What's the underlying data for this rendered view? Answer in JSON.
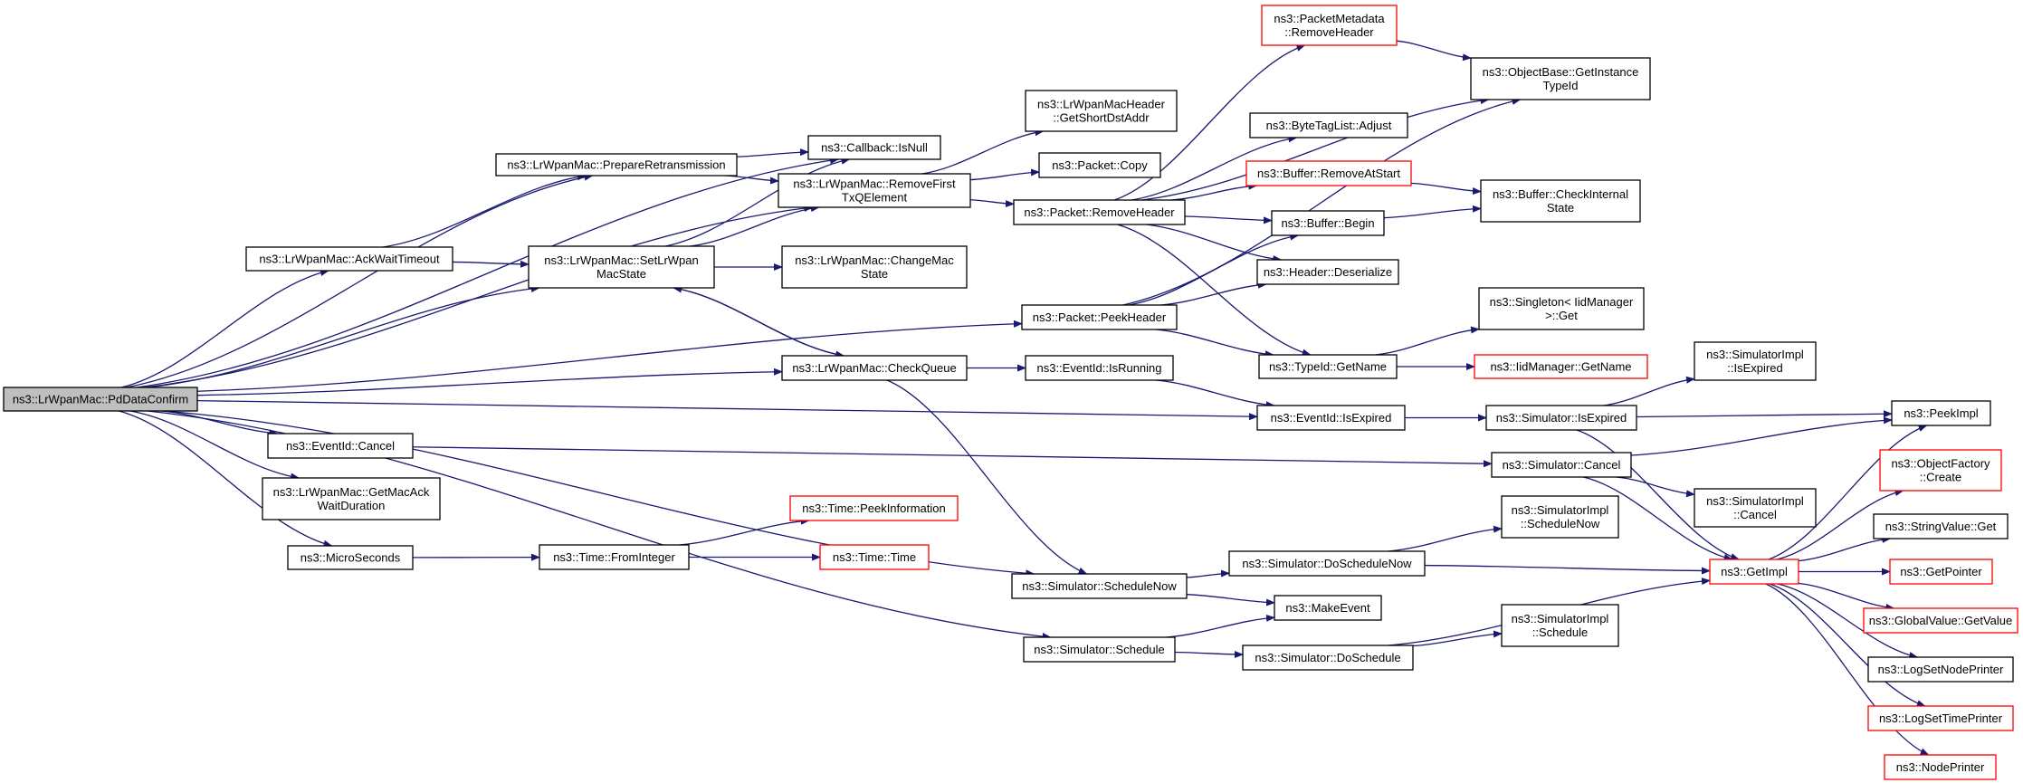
{
  "diagram": {
    "type": "call-graph",
    "colors": {
      "edge": "#191970",
      "border_default": "#000000",
      "border_red": "#ff0000",
      "root_fill": "#bfbfbf",
      "fill": "#ffffff"
    },
    "nodes": [
      {
        "id": "root",
        "lines": [
          "ns3::LrWpanMac::PdDataConfirm"
        ],
        "root": true
      },
      {
        "id": "prepRetrans",
        "lines": [
          "ns3::LrWpanMac::PrepareRetransmission"
        ]
      },
      {
        "id": "ackWait",
        "lines": [
          "ns3::LrWpanMac::AckWaitTimeout"
        ]
      },
      {
        "id": "cbIsNull",
        "lines": [
          "ns3::Callback::IsNull"
        ]
      },
      {
        "id": "removeFirst",
        "lines": [
          "ns3::LrWpanMac::RemoveFirst",
          "TxQElement"
        ]
      },
      {
        "id": "setState",
        "lines": [
          "ns3::LrWpanMac::SetLrWpan",
          "MacState"
        ]
      },
      {
        "id": "changeMac",
        "lines": [
          "ns3::LrWpanMac::ChangeMac",
          "State"
        ]
      },
      {
        "id": "checkQueue",
        "lines": [
          "ns3::LrWpanMac::CheckQueue"
        ]
      },
      {
        "id": "getShortDst",
        "lines": [
          "ns3::LrWpanMacHeader",
          "::GetShortDstAddr"
        ]
      },
      {
        "id": "pktCopy",
        "lines": [
          "ns3::Packet::Copy"
        ]
      },
      {
        "id": "pktRemoveHeader",
        "lines": [
          "ns3::Packet::RemoveHeader"
        ]
      },
      {
        "id": "pktPeekHeader",
        "lines": [
          "ns3::Packet::PeekHeader"
        ]
      },
      {
        "id": "evIsRunning",
        "lines": [
          "ns3::EventId::IsRunning"
        ]
      },
      {
        "id": "evIsExpired",
        "lines": [
          "ns3::EventId::IsExpired"
        ]
      },
      {
        "id": "evCancel",
        "lines": [
          "ns3::EventId::Cancel"
        ]
      },
      {
        "id": "getMacAck",
        "lines": [
          "ns3::LrWpanMac::GetMacAck",
          "WaitDuration"
        ]
      },
      {
        "id": "microSeconds",
        "lines": [
          "ns3::MicroSeconds"
        ]
      },
      {
        "id": "timeFromInt",
        "lines": [
          "ns3::Time::FromInteger"
        ]
      },
      {
        "id": "timePeekInfo",
        "lines": [
          "ns3::Time::PeekInformation"
        ],
        "red": true
      },
      {
        "id": "timeTime",
        "lines": [
          "ns3::Time::Time"
        ],
        "red": true
      },
      {
        "id": "pktMetaRemove",
        "lines": [
          "ns3::PacketMetadata",
          "::RemoveHeader"
        ],
        "red": true
      },
      {
        "id": "byteTagAdjust",
        "lines": [
          "ns3::ByteTagList::Adjust"
        ]
      },
      {
        "id": "bufRemoveAtStart",
        "lines": [
          "ns3::Buffer::RemoveAtStart"
        ],
        "red": true
      },
      {
        "id": "bufBegin",
        "lines": [
          "ns3::Buffer::Begin"
        ]
      },
      {
        "id": "hdrDeserialize",
        "lines": [
          "ns3::Header::Deserialize"
        ]
      },
      {
        "id": "typeIdGetName",
        "lines": [
          "ns3::TypeId::GetName"
        ]
      },
      {
        "id": "objBaseGetInst",
        "lines": [
          "ns3::ObjectBase::GetInstance",
          "TypeId"
        ]
      },
      {
        "id": "bufCheckInternal",
        "lines": [
          "ns3::Buffer::CheckInternal",
          "State"
        ]
      },
      {
        "id": "singletonGet",
        "lines": [
          "ns3::Singleton< IidManager",
          ">::Get"
        ]
      },
      {
        "id": "iidGetName",
        "lines": [
          "ns3::IidManager::GetName"
        ],
        "red": true
      },
      {
        "id": "simIsExpired",
        "lines": [
          "ns3::Simulator::IsExpired"
        ]
      },
      {
        "id": "simCancel",
        "lines": [
          "ns3::Simulator::Cancel"
        ]
      },
      {
        "id": "simImplIsExpired",
        "lines": [
          "ns3::SimulatorImpl",
          "::IsExpired"
        ]
      },
      {
        "id": "simImplCancel",
        "lines": [
          "ns3::SimulatorImpl",
          "::Cancel"
        ]
      },
      {
        "id": "simImplSchedNow",
        "lines": [
          "ns3::SimulatorImpl",
          "::ScheduleNow"
        ]
      },
      {
        "id": "simDoSchedNow",
        "lines": [
          "ns3::Simulator::DoScheduleNow"
        ]
      },
      {
        "id": "simSchedNow",
        "lines": [
          "ns3::Simulator::ScheduleNow"
        ]
      },
      {
        "id": "makeEvent",
        "lines": [
          "ns3::MakeEvent"
        ]
      },
      {
        "id": "simSchedule",
        "lines": [
          "ns3::Simulator::Schedule"
        ]
      },
      {
        "id": "simDoSchedule",
        "lines": [
          "ns3::Simulator::DoSchedule"
        ]
      },
      {
        "id": "simImplSchedule",
        "lines": [
          "ns3::SimulatorImpl",
          "::Schedule"
        ]
      },
      {
        "id": "getImpl",
        "lines": [
          "ns3::GetImpl"
        ],
        "red": true
      },
      {
        "id": "peekImpl",
        "lines": [
          "ns3::PeekImpl"
        ]
      },
      {
        "id": "objFactoryCreate",
        "lines": [
          "ns3::ObjectFactory",
          "::Create"
        ],
        "red": true
      },
      {
        "id": "stringValueGet",
        "lines": [
          "ns3::StringValue::Get"
        ]
      },
      {
        "id": "getPointer",
        "lines": [
          "ns3::GetPointer"
        ],
        "red": true
      },
      {
        "id": "globalValueGet",
        "lines": [
          "ns3::GlobalValue::GetValue"
        ],
        "red": true
      },
      {
        "id": "logSetNodePrinter",
        "lines": [
          "ns3::LogSetNodePrinter"
        ]
      },
      {
        "id": "logSetTimePrinter",
        "lines": [
          "ns3::LogSetTimePrinter"
        ],
        "red": true
      },
      {
        "id": "nodePrinter",
        "lines": [
          "ns3::NodePrinter"
        ],
        "red": true
      }
    ],
    "edges": [
      [
        "root",
        "cbIsNull"
      ],
      [
        "root",
        "prepRetrans"
      ],
      [
        "root",
        "removeFirst"
      ],
      [
        "root",
        "ackWait"
      ],
      [
        "root",
        "setState"
      ],
      [
        "root",
        "pktPeekHeader"
      ],
      [
        "root",
        "checkQueue"
      ],
      [
        "root",
        "evIsExpired"
      ],
      [
        "root",
        "evCancel"
      ],
      [
        "root",
        "getMacAck"
      ],
      [
        "root",
        "microSeconds"
      ],
      [
        "root",
        "simSchedNow"
      ],
      [
        "root",
        "simSchedule"
      ],
      [
        "prepRetrans",
        "cbIsNull"
      ],
      [
        "prepRetrans",
        "removeFirst"
      ],
      [
        "ackWait",
        "prepRetrans"
      ],
      [
        "ackWait",
        "setState"
      ],
      [
        "setState",
        "cbIsNull"
      ],
      [
        "setState",
        "removeFirst"
      ],
      [
        "setState",
        "changeMac"
      ],
      [
        "setState",
        "checkQueue"
      ],
      [
        "checkQueue",
        "setState"
      ],
      [
        "checkQueue",
        "evIsRunning"
      ],
      [
        "checkQueue",
        "simSchedNow"
      ],
      [
        "removeFirst",
        "getShortDst"
      ],
      [
        "removeFirst",
        "pktCopy"
      ],
      [
        "removeFirst",
        "pktRemoveHeader"
      ],
      [
        "pktRemoveHeader",
        "pktMetaRemove"
      ],
      [
        "pktRemoveHeader",
        "objBaseGetInst"
      ],
      [
        "pktRemoveHeader",
        "byteTagAdjust"
      ],
      [
        "pktRemoveHeader",
        "bufRemoveAtStart"
      ],
      [
        "pktRemoveHeader",
        "bufBegin"
      ],
      [
        "pktRemoveHeader",
        "hdrDeserialize"
      ],
      [
        "pktRemoveHeader",
        "typeIdGetName"
      ],
      [
        "pktPeekHeader",
        "bufBegin"
      ],
      [
        "pktPeekHeader",
        "hdrDeserialize"
      ],
      [
        "pktPeekHeader",
        "objBaseGetInst"
      ],
      [
        "pktPeekHeader",
        "typeIdGetName"
      ],
      [
        "pktMetaRemove",
        "objBaseGetInst"
      ],
      [
        "bufRemoveAtStart",
        "bufCheckInternal"
      ],
      [
        "bufBegin",
        "bufCheckInternal"
      ],
      [
        "typeIdGetName",
        "singletonGet"
      ],
      [
        "typeIdGetName",
        "iidGetName"
      ],
      [
        "evIsRunning",
        "evIsExpired"
      ],
      [
        "evIsExpired",
        "simIsExpired"
      ],
      [
        "simIsExpired",
        "simImplIsExpired"
      ],
      [
        "simIsExpired",
        "peekImpl"
      ],
      [
        "simIsExpired",
        "getImpl"
      ],
      [
        "evCancel",
        "simCancel"
      ],
      [
        "simCancel",
        "peekImpl"
      ],
      [
        "simCancel",
        "simImplCancel"
      ],
      [
        "simCancel",
        "getImpl"
      ],
      [
        "microSeconds",
        "timeFromInt"
      ],
      [
        "timeFromInt",
        "timePeekInfo"
      ],
      [
        "timeFromInt",
        "timeTime"
      ],
      [
        "simSchedNow",
        "simDoSchedNow"
      ],
      [
        "simSchedNow",
        "makeEvent"
      ],
      [
        "simDoSchedNow",
        "simImplSchedNow"
      ],
      [
        "simDoSchedNow",
        "getImpl"
      ],
      [
        "simSchedule",
        "makeEvent"
      ],
      [
        "simSchedule",
        "simDoSchedule"
      ],
      [
        "simDoSchedule",
        "simImplSchedule"
      ],
      [
        "simDoSchedule",
        "getImpl"
      ],
      [
        "getImpl",
        "peekImpl"
      ],
      [
        "getImpl",
        "objFactoryCreate"
      ],
      [
        "getImpl",
        "stringValueGet"
      ],
      [
        "getImpl",
        "getPointer"
      ],
      [
        "getImpl",
        "globalValueGet"
      ],
      [
        "getImpl",
        "logSetNodePrinter"
      ],
      [
        "getImpl",
        "logSetTimePrinter"
      ],
      [
        "getImpl",
        "nodePrinter"
      ]
    ]
  }
}
